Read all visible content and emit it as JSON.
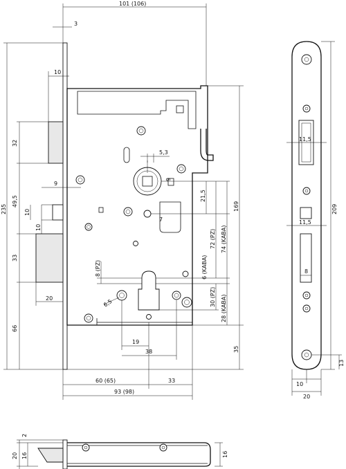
{
  "dimensions": {
    "top_width": "101  (106)",
    "d3": "3",
    "d10_top": "10",
    "d32": "32",
    "d235": "235",
    "d49_5": "49,5",
    "d9": "9",
    "d10a": "10",
    "d10b": "10",
    "d33_left": "33",
    "d20_left": "20",
    "d66": "66",
    "d5_3": "5,3",
    "d9_small": "9",
    "d21_5": "21,5",
    "d169": "169",
    "d7": "7",
    "d72": "72  (PZ)",
    "d74": "74  (KABA)",
    "d8pz": "8  (PZ)",
    "d6kaba": "6  (KABA)",
    "d6_5": "6,5",
    "d30pz": "30  (PZ)",
    "d28kaba": "28  (KABA)",
    "d35": "35",
    "d19": "19",
    "d38": "38",
    "d60": "60  (65)",
    "d33_bottom": "33",
    "d93": "93  (98)",
    "d11_5a": "11,5",
    "d11_5b": "11,5",
    "d8_plate": "8",
    "d209": "209",
    "d13": "13",
    "d10_plate": "10",
    "d20_plate": "20",
    "d2_side": "2",
    "d20_side": "20",
    "d16_side": "16",
    "d16_right": "16"
  }
}
